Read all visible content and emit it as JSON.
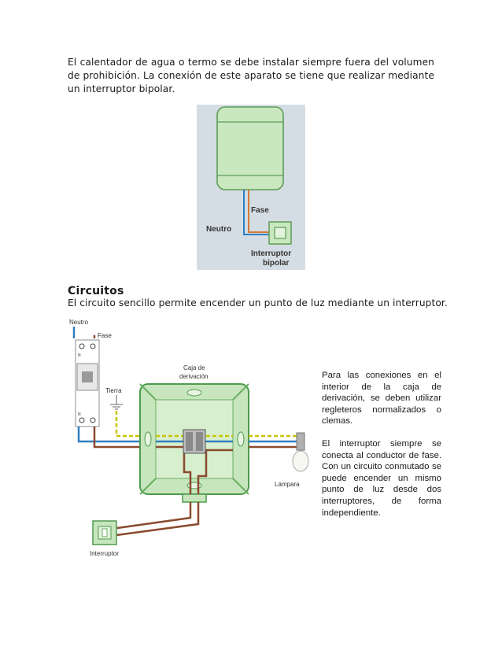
{
  "intro": {
    "paragraph": "El calentador de agua o termo se debe instalar siempre fuera del volumen de prohibición. La conexión de este aparato se tiene que realizar mediante un interruptor bipolar."
  },
  "figure1": {
    "labels": {
      "fase": "Fase",
      "neutro": "Neutro",
      "interruptor_line1": "Interruptor",
      "interruptor_line2": "bipolar"
    }
  },
  "circuitos": {
    "heading": "Circuitos",
    "subtitle": "El circuito sencillo permite encender un punto de luz mediante un interruptor."
  },
  "figure2": {
    "labels": {
      "neutro": "Neutro",
      "fase": "Fase",
      "caja_line1": "Caja de",
      "caja_line2": "derivación",
      "tierra": "Tierra",
      "lampara": "Lámpara",
      "interruptor": "Interruptor",
      "breaker_n_top": "N",
      "breaker_n_bottom": "N"
    }
  },
  "side_notes": [
    "Para las conexiones en el interior de la caja de derivación, se deben utilizar regleteros normalizados o clemas.",
    "El interruptor siempre se conecta al conductor de fase. Con un circuito conmutado se puede encender un mismo punto de luz desde dos interruptores, de forma independiente."
  ],
  "colors": {
    "neutro_wire": "#2f7fc0",
    "fase_wire": "#8a4a2e",
    "tierra_wire": "#c9c400",
    "green_fill": "#c7e6bd",
    "green_stroke": "#4f9a4f"
  }
}
